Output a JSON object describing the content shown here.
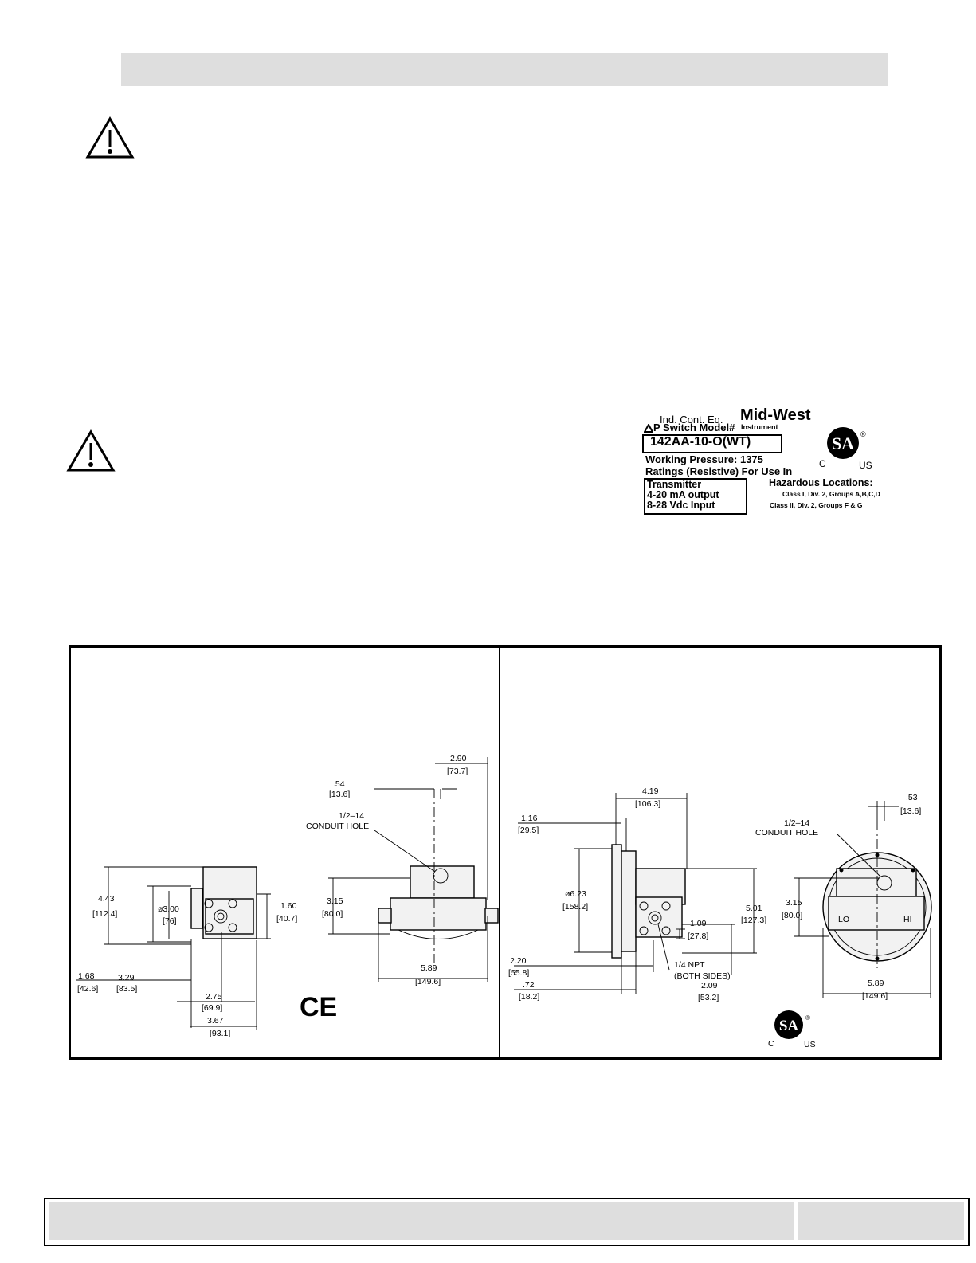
{
  "nameplate": {
    "line1": "Ind. Cont. Eq.",
    "line2": "P Switch Model#",
    "brand": "Mid-West",
    "brand_sub": "Instrument",
    "model": "142AA-10-O(WT)",
    "working_pressure": "Working Pressure: 1375",
    "ratings": "Ratings (Resistive)   For Use In",
    "transmitter": "Transmitter",
    "output": "4-20 mA output",
    "input": "8-28 Vdc Input",
    "hazardous": "Hazardous Locations:",
    "class1": "Class I, Div. 2, Groups A,B,C,D",
    "class2": "Class II, Div. 2, Groups F & G"
  },
  "cert": {
    "c": "C",
    "us": "US",
    "reg": "®",
    "ce": "CE"
  },
  "left_drawing": {
    "d_290": "2.90",
    "d_290m": "[73.7]",
    "d_54": ".54",
    "d_54m": "[13.6]",
    "conduit1": "1/2–14",
    "conduit2": "CONDUIT  HOLE",
    "d_443": "4.43",
    "d_443m": "[112.4]",
    "d_300": "ø3.00",
    "d_300m": "[76]",
    "d_160": "1.60",
    "d_160m": "[40.7]",
    "d_315": "3.15",
    "d_315m": "[80.0]",
    "d_168": "1.68",
    "d_168m": "[42.6]",
    "d_329": "3.29",
    "d_329m": "[83.5]",
    "d_275": "2.75",
    "d_275m": "[69.9]",
    "d_367": "3.67",
    "d_367m": "[93.1]",
    "d_589": "5.89",
    "d_589m": "[149.6]"
  },
  "right_drawing": {
    "d_419": "4.19",
    "d_419m": "[106.3]",
    "d_116": "1.16",
    "d_116m": "[29.5]",
    "d_623": "ø6.23",
    "d_623m": "[158.2]",
    "d_109": "1.09",
    "d_109m": "[27.8]",
    "d_501": "5.01",
    "d_501m": "[127.3]",
    "d_220": "2.20",
    "d_220m": "[55.8]",
    "d_72": ".72",
    "d_72m": "[18.2]",
    "npt1": "1/4  NPT",
    "npt2": "(BOTH  SIDES)",
    "d_209": "2.09",
    "d_209m": "[53.2]",
    "d_53": ".53",
    "d_53m": "[13.6]",
    "conduit1": "1/2–14",
    "conduit2": "CONDUIT  HOLE",
    "d_315": "3.15",
    "d_315m": "[80.0]",
    "lo": "LO",
    "hi": "HI",
    "d_589": "5.89",
    "d_589m": "[149.6]"
  }
}
